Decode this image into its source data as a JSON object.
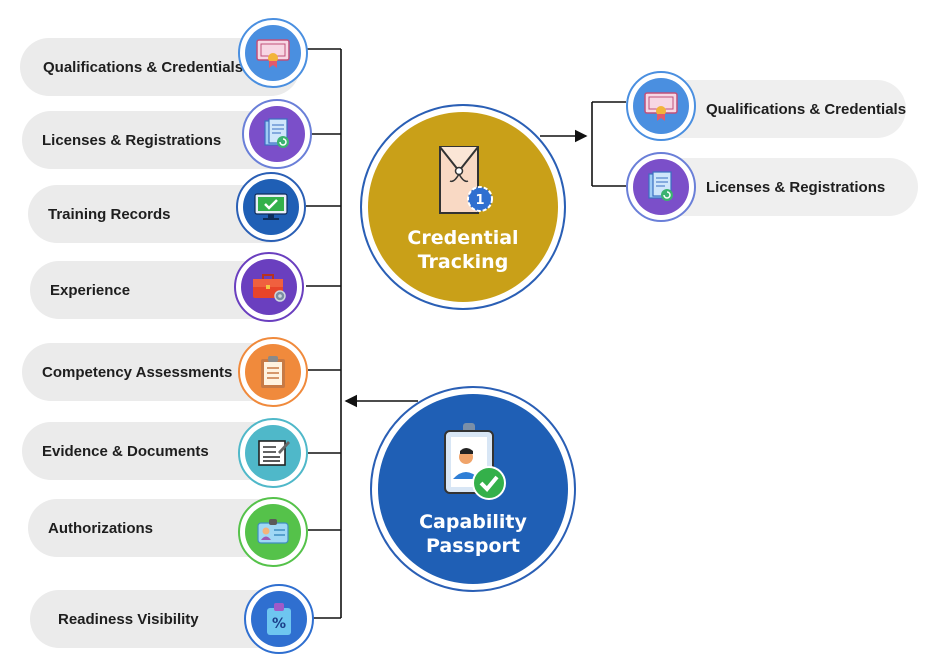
{
  "left_items": [
    {
      "label": "Qualifications & Credentials",
      "icon": "certificate-icon",
      "disc_color": "#4a8fe0",
      "ring_color": "#4a8fe0"
    },
    {
      "label": "Licenses & Registrations",
      "icon": "license-document-icon",
      "disc_color": "#7b4fc9",
      "ring_color": "#6a7fd8"
    },
    {
      "label": "Training Records",
      "icon": "monitor-check-icon",
      "disc_color": "#1f5fb5",
      "ring_color": "#2a5fb5"
    },
    {
      "label": "Experience",
      "icon": "briefcase-gear-icon",
      "disc_color": "#6a3fbf",
      "ring_color": "#6a3fbf"
    },
    {
      "label": "Competency Assessments",
      "icon": "clipboard-checklist-icon",
      "disc_color": "#f08a3c",
      "ring_color": "#f08a3c"
    },
    {
      "label": "Evidence & Documents",
      "icon": "document-pen-icon",
      "disc_color": "#4fb8c9",
      "ring_color": "#4fb8c9"
    },
    {
      "label": "Authorizations",
      "icon": "id-badge-icon",
      "disc_color": "#55c24a",
      "ring_color": "#55c24a"
    },
    {
      "label": "Readiness Visibility",
      "icon": "percent-tag-icon",
      "disc_color": "#2f6fd0",
      "ring_color": "#2f6fd0"
    }
  ],
  "right_items": [
    {
      "label": "Qualifications & Credentials",
      "icon": "certificate-icon",
      "disc_color": "#4a8fe0",
      "ring_color": "#4a8fe0"
    },
    {
      "label": "Licenses & Registrations",
      "icon": "license-document-icon",
      "disc_color": "#7b4fc9",
      "ring_color": "#6a7fd8"
    }
  ],
  "hubs": {
    "credential_tracking": {
      "line1": "Credential",
      "line2": "Tracking",
      "color": "#c9a018",
      "icon": "envelope-badge-icon"
    },
    "capability_passport": {
      "line1": "Capability",
      "line2": "Passport",
      "color": "#1f5fb5",
      "icon": "id-card-check-icon"
    }
  }
}
